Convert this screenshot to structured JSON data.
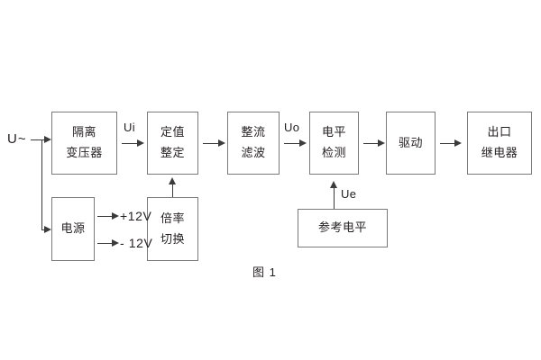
{
  "figure": {
    "caption": "图 1",
    "source_label": "U~",
    "signal_labels": {
      "ui": "Ui",
      "uo": "Uo",
      "ue": "Ue"
    },
    "power_outputs": [
      {
        "name": "positive-supply",
        "label": "+12V"
      },
      {
        "name": "negative-supply",
        "label": "- 12V"
      }
    ],
    "blocks": [
      {
        "name": "isolation-transformer",
        "lines": [
          "隔离",
          "变压器"
        ]
      },
      {
        "name": "setpoint-adjust",
        "lines": [
          "定值",
          "整定"
        ]
      },
      {
        "name": "rectify-filter",
        "lines": [
          "整流",
          "滤波"
        ]
      },
      {
        "name": "level-detect",
        "lines": [
          "电平",
          "检测"
        ]
      },
      {
        "name": "driver",
        "lines": [
          "驱动"
        ]
      },
      {
        "name": "output-relay",
        "lines": [
          "出口",
          "继电器"
        ]
      },
      {
        "name": "power-supply",
        "lines": [
          "电源"
        ]
      },
      {
        "name": "multiplier-switch",
        "lines": [
          "倍率",
          "切换"
        ]
      },
      {
        "name": "reference-level",
        "lines": [
          "参考电平"
        ]
      }
    ],
    "colors": {
      "block_border": "#7a7a7a",
      "line": "#3b3b3b",
      "text": "#231f20",
      "background": "#ffffff"
    }
  }
}
